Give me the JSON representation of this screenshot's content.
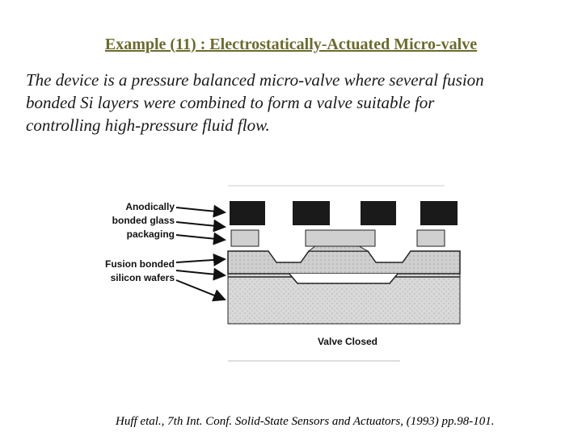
{
  "slide": {
    "title": "Example (11) : Electrostatically-Actuated Micro-valve",
    "body_lines": [
      "The device is a pressure balanced micro-valve where several fusion",
      "bonded Si layers were combined to form a valve suitable for",
      "controlling high-pressure fluid flow."
    ],
    "citation": "Huff etal., 7th Int. Conf. Solid-State Sensors and Actuators, (1993) pp.98-101."
  },
  "figure": {
    "label_glass": [
      "Anodically",
      "bonded glass",
      "packaging"
    ],
    "label_silicon": [
      "Fusion bonded",
      "silicon wafers"
    ],
    "caption": "Valve Closed"
  },
  "colors": {
    "title": "#6b6b2e",
    "electrode": "#1a1a1a",
    "silicon_fill": "#d9d9d9",
    "glass_fill": "#cfcfcf"
  }
}
